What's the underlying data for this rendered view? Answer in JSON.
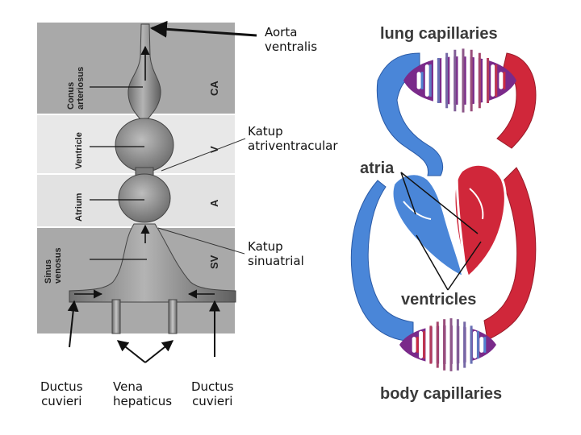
{
  "left_diagram": {
    "section_labels": {
      "conus": [
        "Conus",
        "arteriosus"
      ],
      "ventricle": "Ventricle",
      "atrium": "Atrium",
      "sinus": [
        "Sinus",
        "venosus"
      ]
    },
    "right_codes": {
      "ca": "CA",
      "v": "V",
      "a": "A",
      "sv": "SV"
    },
    "callouts": {
      "aorta": [
        "Aorta",
        "ventralis"
      ],
      "katup_av": [
        "Katup",
        "atriventracular"
      ],
      "katup_sa": [
        "Katup",
        "sinuatrial"
      ],
      "ductus_left": [
        "Ductus",
        "cuvieri"
      ],
      "vena": [
        "Vena",
        "hepaticus"
      ],
      "ductus_right": [
        "Ductus",
        "cuvieri"
      ]
    }
  },
  "right_diagram": {
    "lung_label": "lung capillaries",
    "atria_label": "atria",
    "ventricles_label": "ventricles",
    "body_label": "body capillaries"
  },
  "colors": {
    "oxygen_poor": "#4a86d8",
    "oxygen_rich": "#d0273a",
    "capillary_mix": "#7a2a8a",
    "band_dark": "#a9a9a9",
    "band_light": "#e6e6e6"
  }
}
